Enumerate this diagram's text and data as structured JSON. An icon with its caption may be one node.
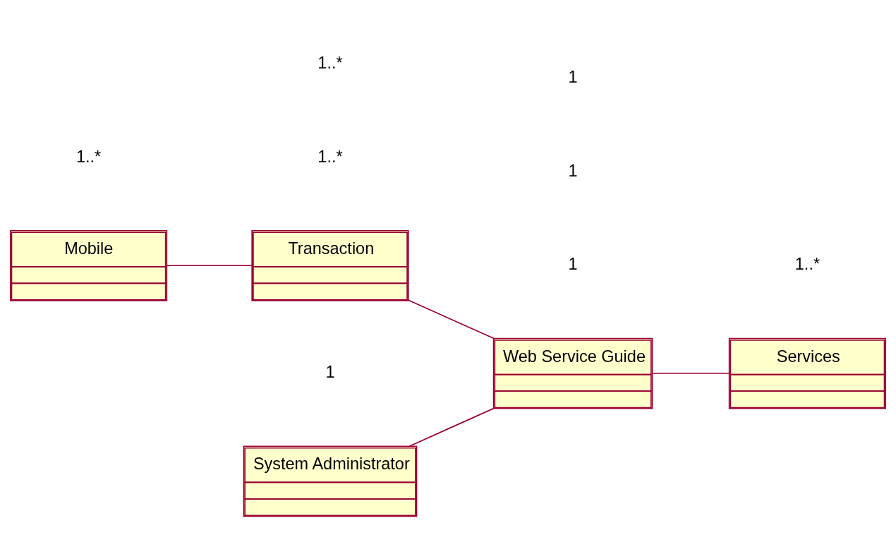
{
  "diagram": {
    "nodes": [
      {
        "text": [
          "System Administrator"
        ]
      },
      {
        "text": [
          "Mobile"
        ]
      },
      {
        "text": [
          "Transaction"
        ]
      },
      {
        "text": [
          "Web Service Guide"
        ]
      },
      {
        "text": [
          "Services"
        ]
      }
    ],
    "edges": [
      {
        "from": 1,
        "to": 2,
        "arrow": "none"
      },
      {
        "from": 2,
        "to": 3,
        "arrow": "none"
      },
      {
        "from": 0,
        "to": 3,
        "arrow": "none"
      },
      {
        "from": 3,
        "to": 4,
        "arrow": "none"
      }
    ],
    "labels": [
      "1",
      "1",
      "1..*",
      "1..*",
      "1..*",
      "1",
      "1",
      "1..*"
    ]
  }
}
